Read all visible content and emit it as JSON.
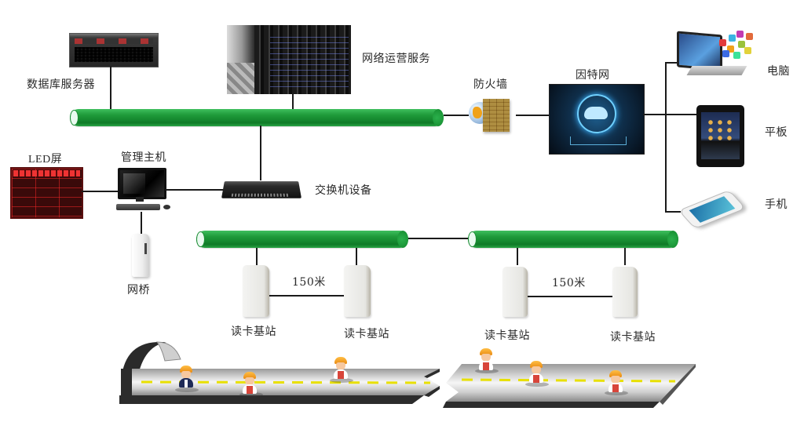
{
  "diagram": {
    "title": "",
    "nodes": {
      "db_server": {
        "label": "数据库服务器",
        "icon": "server-rack-icon"
      },
      "network_ops": {
        "label": "网络运营服务",
        "icon": "data-center-icon"
      },
      "firewall": {
        "label": "防火墙",
        "icon": "firewall-icon"
      },
      "internet": {
        "label": "因特网",
        "icon": "cloud-network-icon"
      },
      "computer": {
        "label": "电脑",
        "icon": "laptop-icon"
      },
      "tablet": {
        "label": "平板",
        "icon": "tablet-icon"
      },
      "phone": {
        "label": "手机",
        "icon": "smartphone-icon"
      },
      "led_screen": {
        "label": "LED屏",
        "icon": "led-display-icon"
      },
      "mgmt_host": {
        "label": "管理主机",
        "icon": "desktop-computer-icon"
      },
      "switch": {
        "label": "交换机设备",
        "icon": "network-switch-icon"
      },
      "bridge": {
        "label": "网桥",
        "icon": "wireless-bridge-icon"
      }
    },
    "readers": [
      {
        "label": "读卡基站"
      },
      {
        "label": "读卡基站"
      },
      {
        "label": "读卡基站"
      },
      {
        "label": "读卡基站"
      }
    ],
    "distances": [
      {
        "label": "150米"
      },
      {
        "label": "150米"
      }
    ],
    "tunnel": {
      "workers": [
        {
          "type": "supervisor"
        },
        {
          "type": "worker"
        },
        {
          "type": "worker"
        },
        {
          "type": "worker"
        },
        {
          "type": "worker"
        },
        {
          "type": "worker"
        }
      ]
    },
    "colors": {
      "bus": "#1f9a3a",
      "line": "#1a1a1a",
      "helmet": "#f0a21a",
      "lane_marking": "#e8e000"
    }
  }
}
